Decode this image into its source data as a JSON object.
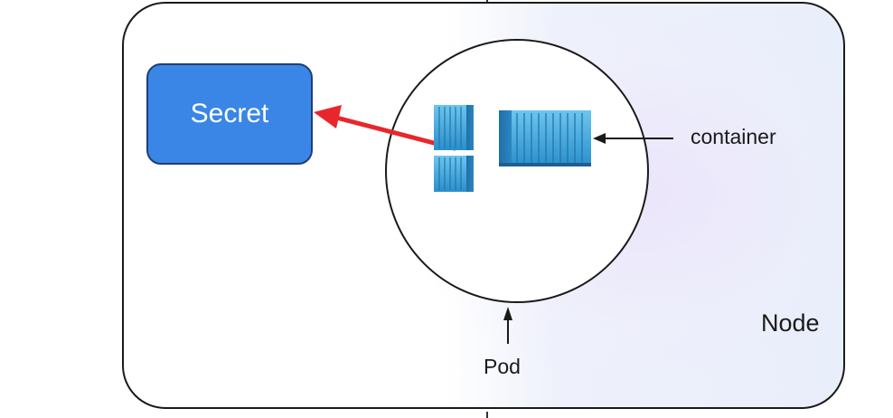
{
  "secret": {
    "label": "Secret"
  },
  "container_label": "container",
  "pod_label": "Pod",
  "node_label": "Node",
  "colors": {
    "secret_fill": "#3a86e6",
    "arrow_red": "#e8262b",
    "container_blue": "#3aa3d8",
    "outline": "#1a1a1a"
  },
  "icons": {
    "container_large": "shipping-container-icon",
    "container_small": "shipping-container-icon"
  }
}
